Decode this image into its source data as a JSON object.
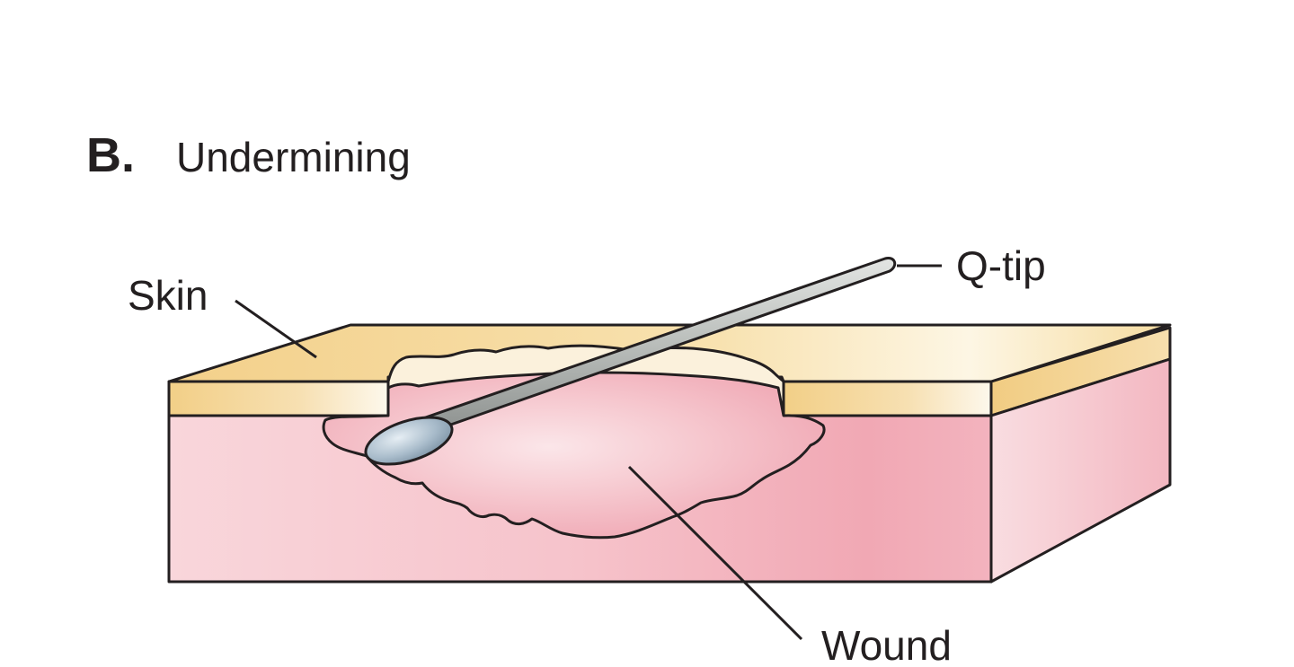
{
  "panel": {
    "letter": "B.",
    "title": "Undermining"
  },
  "labels": {
    "skin": "Skin",
    "qtip": "Q-tip",
    "wound": "Wound"
  },
  "colors": {
    "outline": "#231f20",
    "skin_top": "#f4d48a",
    "skin_edge": "#f2cf87",
    "tissue": "#f4b8c2",
    "wound_bed": "#f5c4cc",
    "qtip_stick": "#b8bcb8",
    "qtip_cotton": "#9fb4c4"
  }
}
